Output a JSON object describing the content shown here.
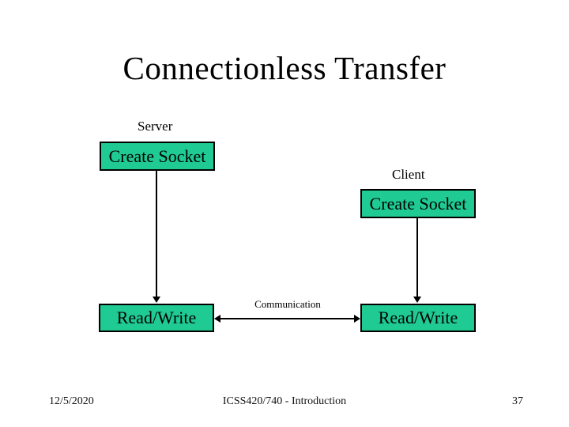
{
  "slide": {
    "title": "Connectionless Transfer",
    "server_label": "Server",
    "client_label": "Client",
    "boxes": {
      "server_create_socket": "Create Socket",
      "client_create_socket": "Create Socket",
      "server_read_write": "Read/Write",
      "client_read_write": "Read/Write"
    },
    "communication_label": "Communication",
    "footer": {
      "date": "12/5/2020",
      "center": "ICSS420/740 - Introduction",
      "page_number": "37"
    }
  },
  "colors": {
    "box_fill": "#1FCB92",
    "box_border": "#000000",
    "line": "#000000",
    "background": "#FFFFFF",
    "text": "#000000"
  }
}
